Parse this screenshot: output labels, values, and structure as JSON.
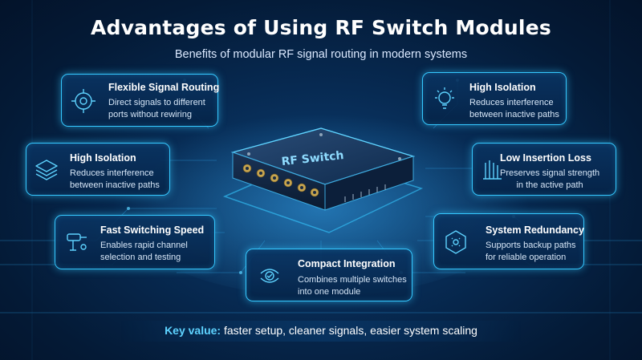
{
  "title": "Advantages of Using RF Switch Modules",
  "subtitle": "Benefits of modular RF signal routing in modern systems",
  "device_label": "RF Switch",
  "cards": [
    {
      "title": "Flexible Signal Routing",
      "desc": "Direct signals to different\nports without rewiring",
      "icon": "circuit-target-icon"
    },
    {
      "title": "High Isolation",
      "desc": "Reduces interference\nbetween inactive paths",
      "icon": "layers-icon"
    },
    {
      "title": "Fast Switching Speed",
      "desc": "Enables rapid channel\nselection and testing",
      "icon": "switch-tool-icon"
    },
    {
      "title": "Compact Integration",
      "desc": "Combines multiple switches\ninto one module",
      "icon": "compact-chip-icon"
    },
    {
      "title": "High Isolation",
      "desc": "Reduces interference\nbetween inactive paths",
      "icon": "lightbulb-icon"
    },
    {
      "title": "Low Insertion Loss",
      "desc": "Preserves signal strength\nin the active path",
      "icon": "signal-bars-icon"
    },
    {
      "title": "System Redundancy",
      "desc": "Supports backup paths\nfor reliable operation",
      "icon": "shield-hex-icon"
    }
  ],
  "footer": {
    "key_label": "Key value:",
    "key_text": " faster setup, cleaner signals, easier system scaling"
  },
  "colors": {
    "accent": "#35c8ff",
    "background": "#072a52",
    "highlight": "#5ed3ff"
  }
}
